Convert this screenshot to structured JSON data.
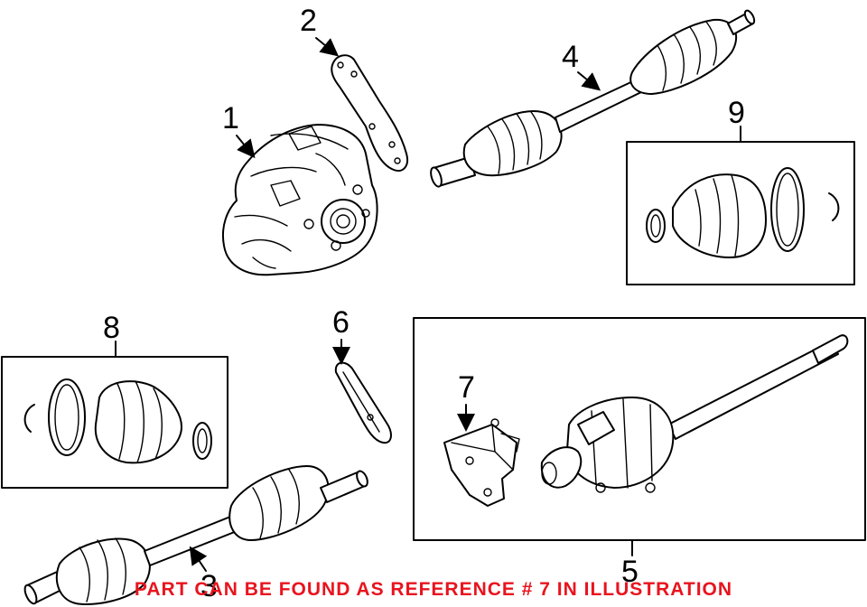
{
  "callouts": {
    "c1": "1",
    "c2": "2",
    "c3": "3",
    "c4": "4",
    "c5": "5",
    "c6": "6",
    "c7": "7",
    "c8": "8",
    "c9": "9"
  },
  "footer": {
    "text": "PART CAN BE FOUND AS REFERENCE # 7 IN ILLUSTRATION",
    "color": "#e8141e"
  }
}
